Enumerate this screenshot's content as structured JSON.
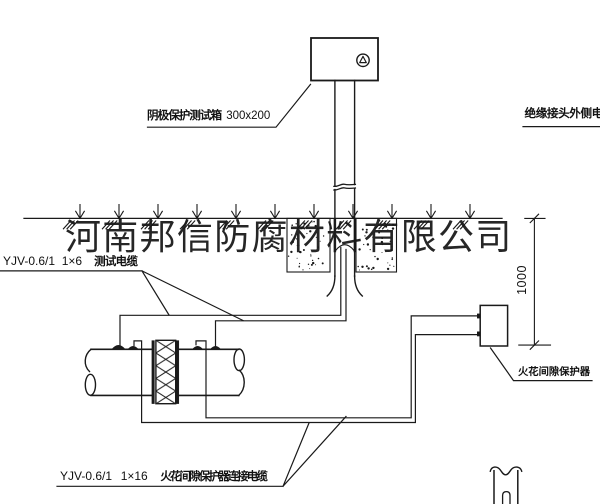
{
  "drawing": {
    "background": "#ffffff",
    "line_color": "#1a1a1a",
    "labels": {
      "test_box_name": "阴极保护测试箱",
      "test_box_size": "300x200",
      "insulated_joint_cable": "绝缘接头外侧电缆",
      "test_cable_spec": "YJV-0.6/1  1×6",
      "test_cable_name": "测试电缆",
      "spark_cable_spec": "YJV-0.6/1  1×16",
      "spark_cable_name": "火花间隙保护器连接电缆",
      "spark_protector": "火花间隙保护器",
      "dimension_1000": "1000",
      "meter_symbol": "△"
    },
    "watermark": "河南邦信防腐材料有限公司"
  }
}
